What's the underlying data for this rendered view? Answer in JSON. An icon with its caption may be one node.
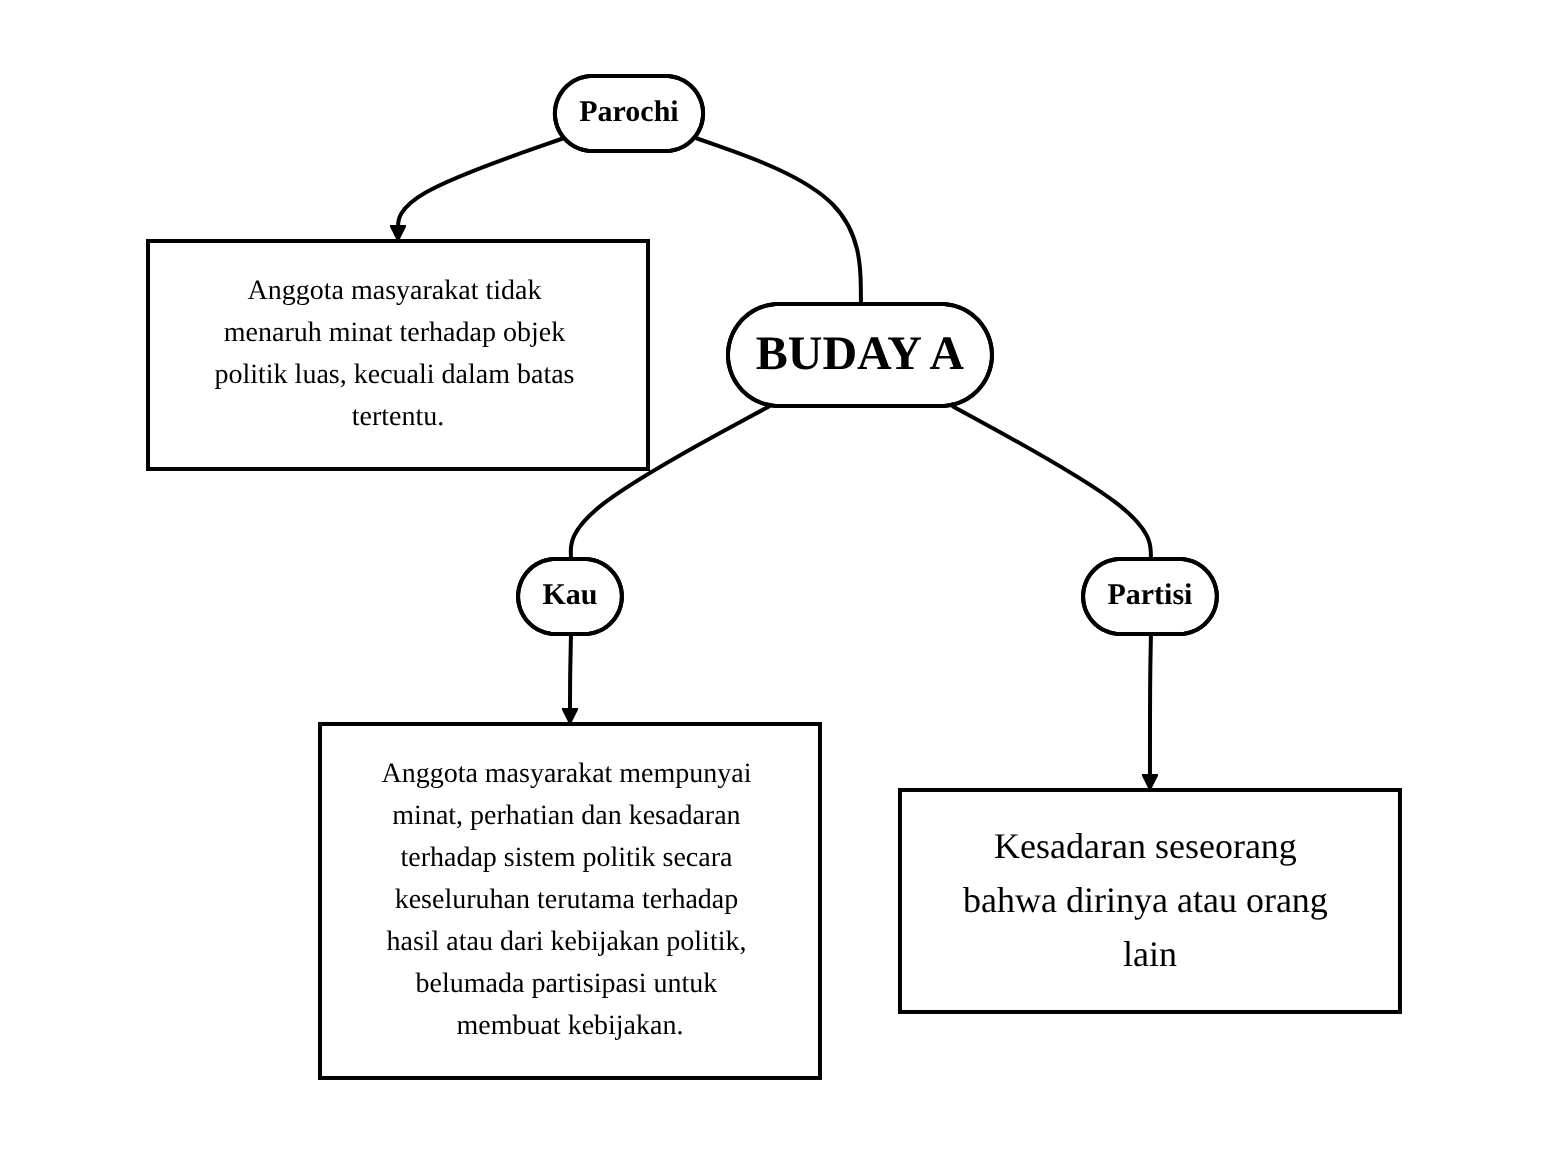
{
  "diagram": {
    "nodes": [
      {
        "text": [
          "Anggota masyarakat mempunyai minat, perhatian dan kesadaran terhadap sistem politik secara keseluruhan terutama terhadap hasil atau dari kebijakan politik, belumada partisipasi untuk membuat kebijakan."
        ]
      },
      {
        "text": [
          "Parochi"
        ]
      },
      {
        "text": [
          "Anggota masyarakat tidak menaruh minat terhadap objek politik luas, kecuali dalam batas tertentu."
        ]
      },
      {
        "text": [
          "BUDAY A"
        ]
      },
      {
        "text": [
          "Kau"
        ]
      },
      {
        "text": [
          "Partisi"
        ]
      },
      {
        "text": [
          "Kesadaran seseorang bahwa dirinya atau orang lain"
        ]
      }
    ],
    "edges": [
      {
        "from": 1,
        "to": 2,
        "arrow": "to"
      },
      {
        "from": 1,
        "to": 3,
        "arrow": "none"
      },
      {
        "from": 4,
        "to": 0,
        "arrow": "to"
      },
      {
        "from": 3,
        "to": 4,
        "arrow": "none"
      },
      {
        "from": 3,
        "to": 5,
        "arrow": "none"
      },
      {
        "from": 5,
        "to": 6,
        "arrow": "to"
      }
    ]
  }
}
